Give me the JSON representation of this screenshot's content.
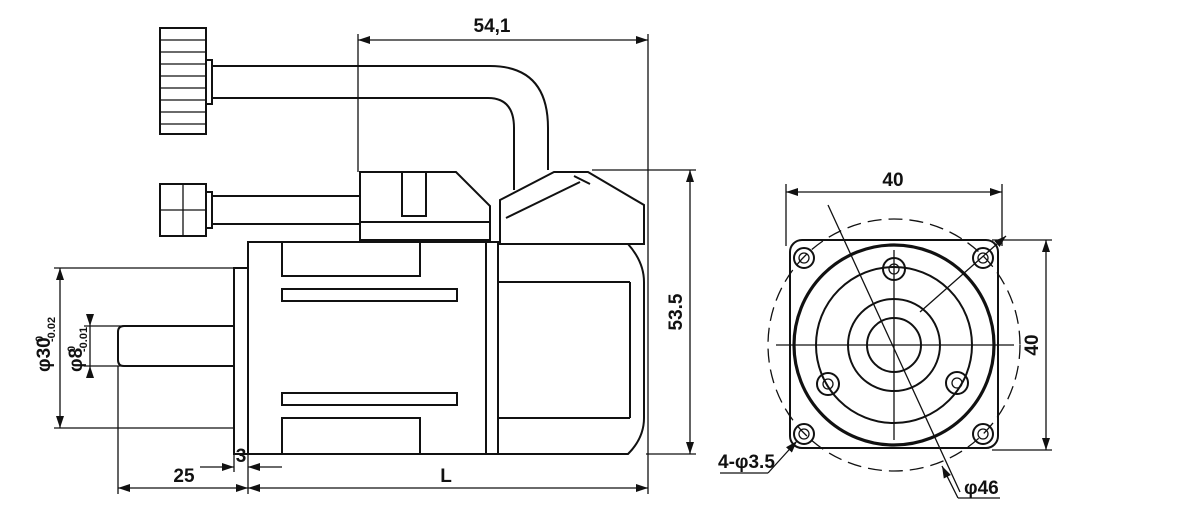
{
  "side_view": {
    "overall_length": "54,1",
    "height": "53.5",
    "flange_diameter": {
      "main": "φ30",
      "upper_tol": "0",
      "lower_tol": "-0.02"
    },
    "shaft_diameter": {
      "main": "φ8",
      "upper_tol": "0",
      "lower_tol": "-0.01"
    },
    "shaft_length": "25",
    "flange_thickness": "3",
    "body_length": "L"
  },
  "front_view": {
    "width": "40",
    "height": "40",
    "bolt_holes": "4-φ3.5",
    "bolt_circle": "φ46"
  }
}
